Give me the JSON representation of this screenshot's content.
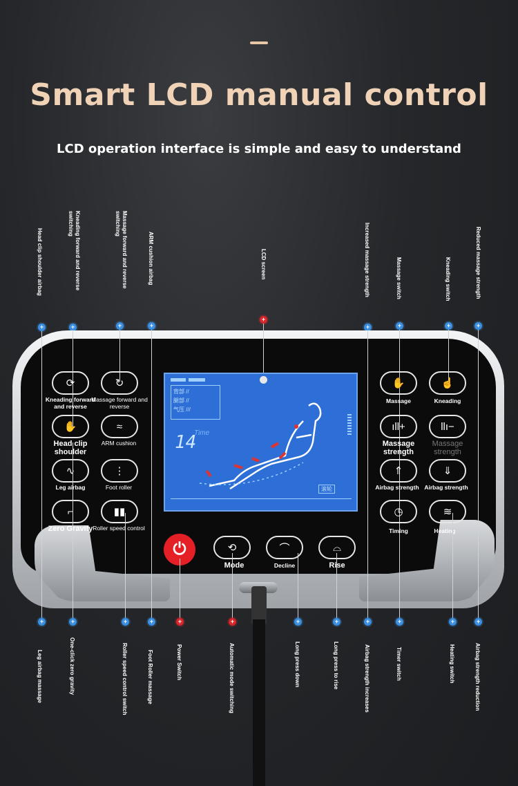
{
  "header": {
    "title": "Smart LCD manual control",
    "subtitle": "LCD operation interface is simple and easy to understand"
  },
  "top_labels": [
    "Head clip shoulder airbag",
    "Kneading forward and reverse switching",
    "Massage forward and reverse switching",
    "ARM cushion airbag",
    "LCD screen",
    "Increased massage strength",
    "Massage switch",
    "Kneading switch",
    "Reduced massage strength"
  ],
  "bottom_labels": [
    "Leg airbag massage",
    "One-click zero gravity",
    "Roller speed control switch",
    "Foot Roller massage",
    "Power Switch",
    "Automatic mode switching",
    "Long press down",
    "Long press to rise",
    "Airbag strength increases",
    "Timer switch",
    "Heating switch",
    "Airbag strength reduction"
  ],
  "buttons": {
    "kneading_fr": "Kneading forward and reverse",
    "massage_fr": "Massage forward and reverse",
    "head_clip": "Head clip shoulder",
    "arm_cushion": "ARM cushion",
    "leg_airbag": "Leg airbag",
    "foot_roller": "Foot roller",
    "zero_gravity": "Zero Gravity",
    "roller_speed": "Roller speed control",
    "massage": "Massage",
    "kneading": "Kneading",
    "massage_strength_up": "Massage strength",
    "massage_strength_down": "Massage strength",
    "airbag_strength_up": "Airbag strength",
    "airbag_strength_down": "Airbag strength",
    "timing": "Timing",
    "heating": "Heating",
    "mode": "Mode",
    "decline": "Decline",
    "rise": "Rise"
  },
  "lcd": {
    "row1": "背部 //",
    "row2": "腿部 //",
    "row3": "气压 ///",
    "number": "14",
    "time_label": "Time",
    "bottom_label": "滚轮"
  },
  "colors": {
    "title": "#f0d2b6",
    "accent_blue": "#3a8fe0",
    "accent_red": "#d9262b",
    "lcd_blue": "#2d6fd6"
  }
}
